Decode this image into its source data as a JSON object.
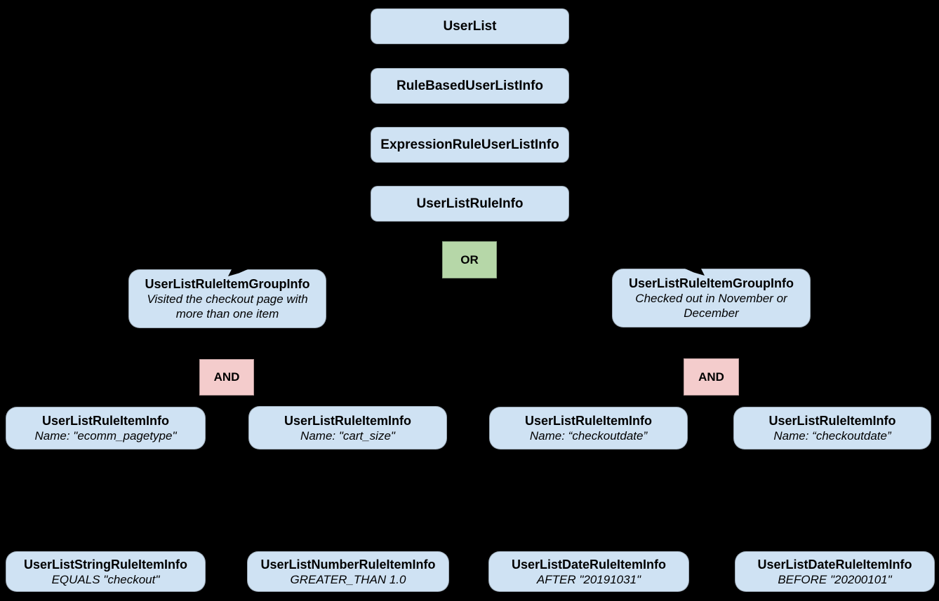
{
  "diagram": {
    "description": "UserList rule-based audience class hierarchy",
    "colors": {
      "background": "#000000",
      "node_fill": "#cfe2f3",
      "or_fill": "#b6d7a8",
      "and_fill": "#f4cccc",
      "text": "#000000"
    },
    "chain": [
      {
        "label": "UserList"
      },
      {
        "label": "RuleBasedUserListInfo"
      },
      {
        "label": "ExpressionRuleUserListInfo"
      },
      {
        "label": "UserListRuleInfo"
      }
    ],
    "operators": {
      "or_label": "OR",
      "and_left_label": "AND",
      "and_right_label": "AND"
    },
    "groups": [
      {
        "title": "UserListRuleItemGroupInfo",
        "subtitle": "Visited the checkout page with more than one item"
      },
      {
        "title": "UserListRuleItemGroupInfo",
        "subtitle": "Checked out in November or December"
      }
    ],
    "rule_items": [
      {
        "title": "UserListRuleItemInfo",
        "subtitle": "Name: \"ecomm_pagetype\""
      },
      {
        "title": "UserListRuleItemInfo",
        "subtitle": "Name: \"cart_size\""
      },
      {
        "title": "UserListRuleItemInfo",
        "subtitle": "Name: “checkoutdate”"
      },
      {
        "title": "UserListRuleItemInfo",
        "subtitle": "Name: “checkoutdate”"
      }
    ],
    "leaf_items": [
      {
        "title": "UserListStringRuleItemInfo",
        "subtitle": "EQUALS \"checkout\""
      },
      {
        "title": "UserListNumberRuleItemInfo",
        "subtitle": "GREATER_THAN 1.0"
      },
      {
        "title": "UserListDateRuleItemInfo",
        "subtitle": "AFTER \"20191031\""
      },
      {
        "title": "UserListDateRuleItemInfo",
        "subtitle": "BEFORE \"20200101\""
      }
    ]
  }
}
